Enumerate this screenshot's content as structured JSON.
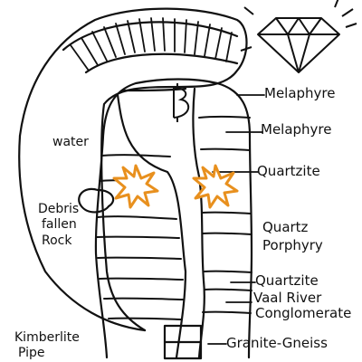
{
  "colors": {
    "ink": "#111111",
    "flash_fill": "#ffffff",
    "flash_stroke": "#e8901e",
    "background": "#ffffff"
  },
  "icons": {
    "diamond": "diamond-icon",
    "flash_left": "starburst-icon",
    "flash_right": "starburst-icon"
  },
  "labels": {
    "melaphyre_top": "Melaphyre",
    "melaphyre_2": "Melaphyre",
    "quartzite_1": "Quartzite",
    "quartz_porphyry_1": "Quartz",
    "quartz_porphyry_2": "Porphyry",
    "quartzite_2": "Quartzite",
    "vaal_1": "Vaal River",
    "vaal_2": "Conglomerate",
    "granite_gneiss": "Granite-Gneiss",
    "water": "water",
    "debris_1": "Debris",
    "debris_2": "fallen",
    "debris_3": "Rock",
    "kimberlite_1": "Kimberlite",
    "kimberlite_2": "Pipe"
  }
}
